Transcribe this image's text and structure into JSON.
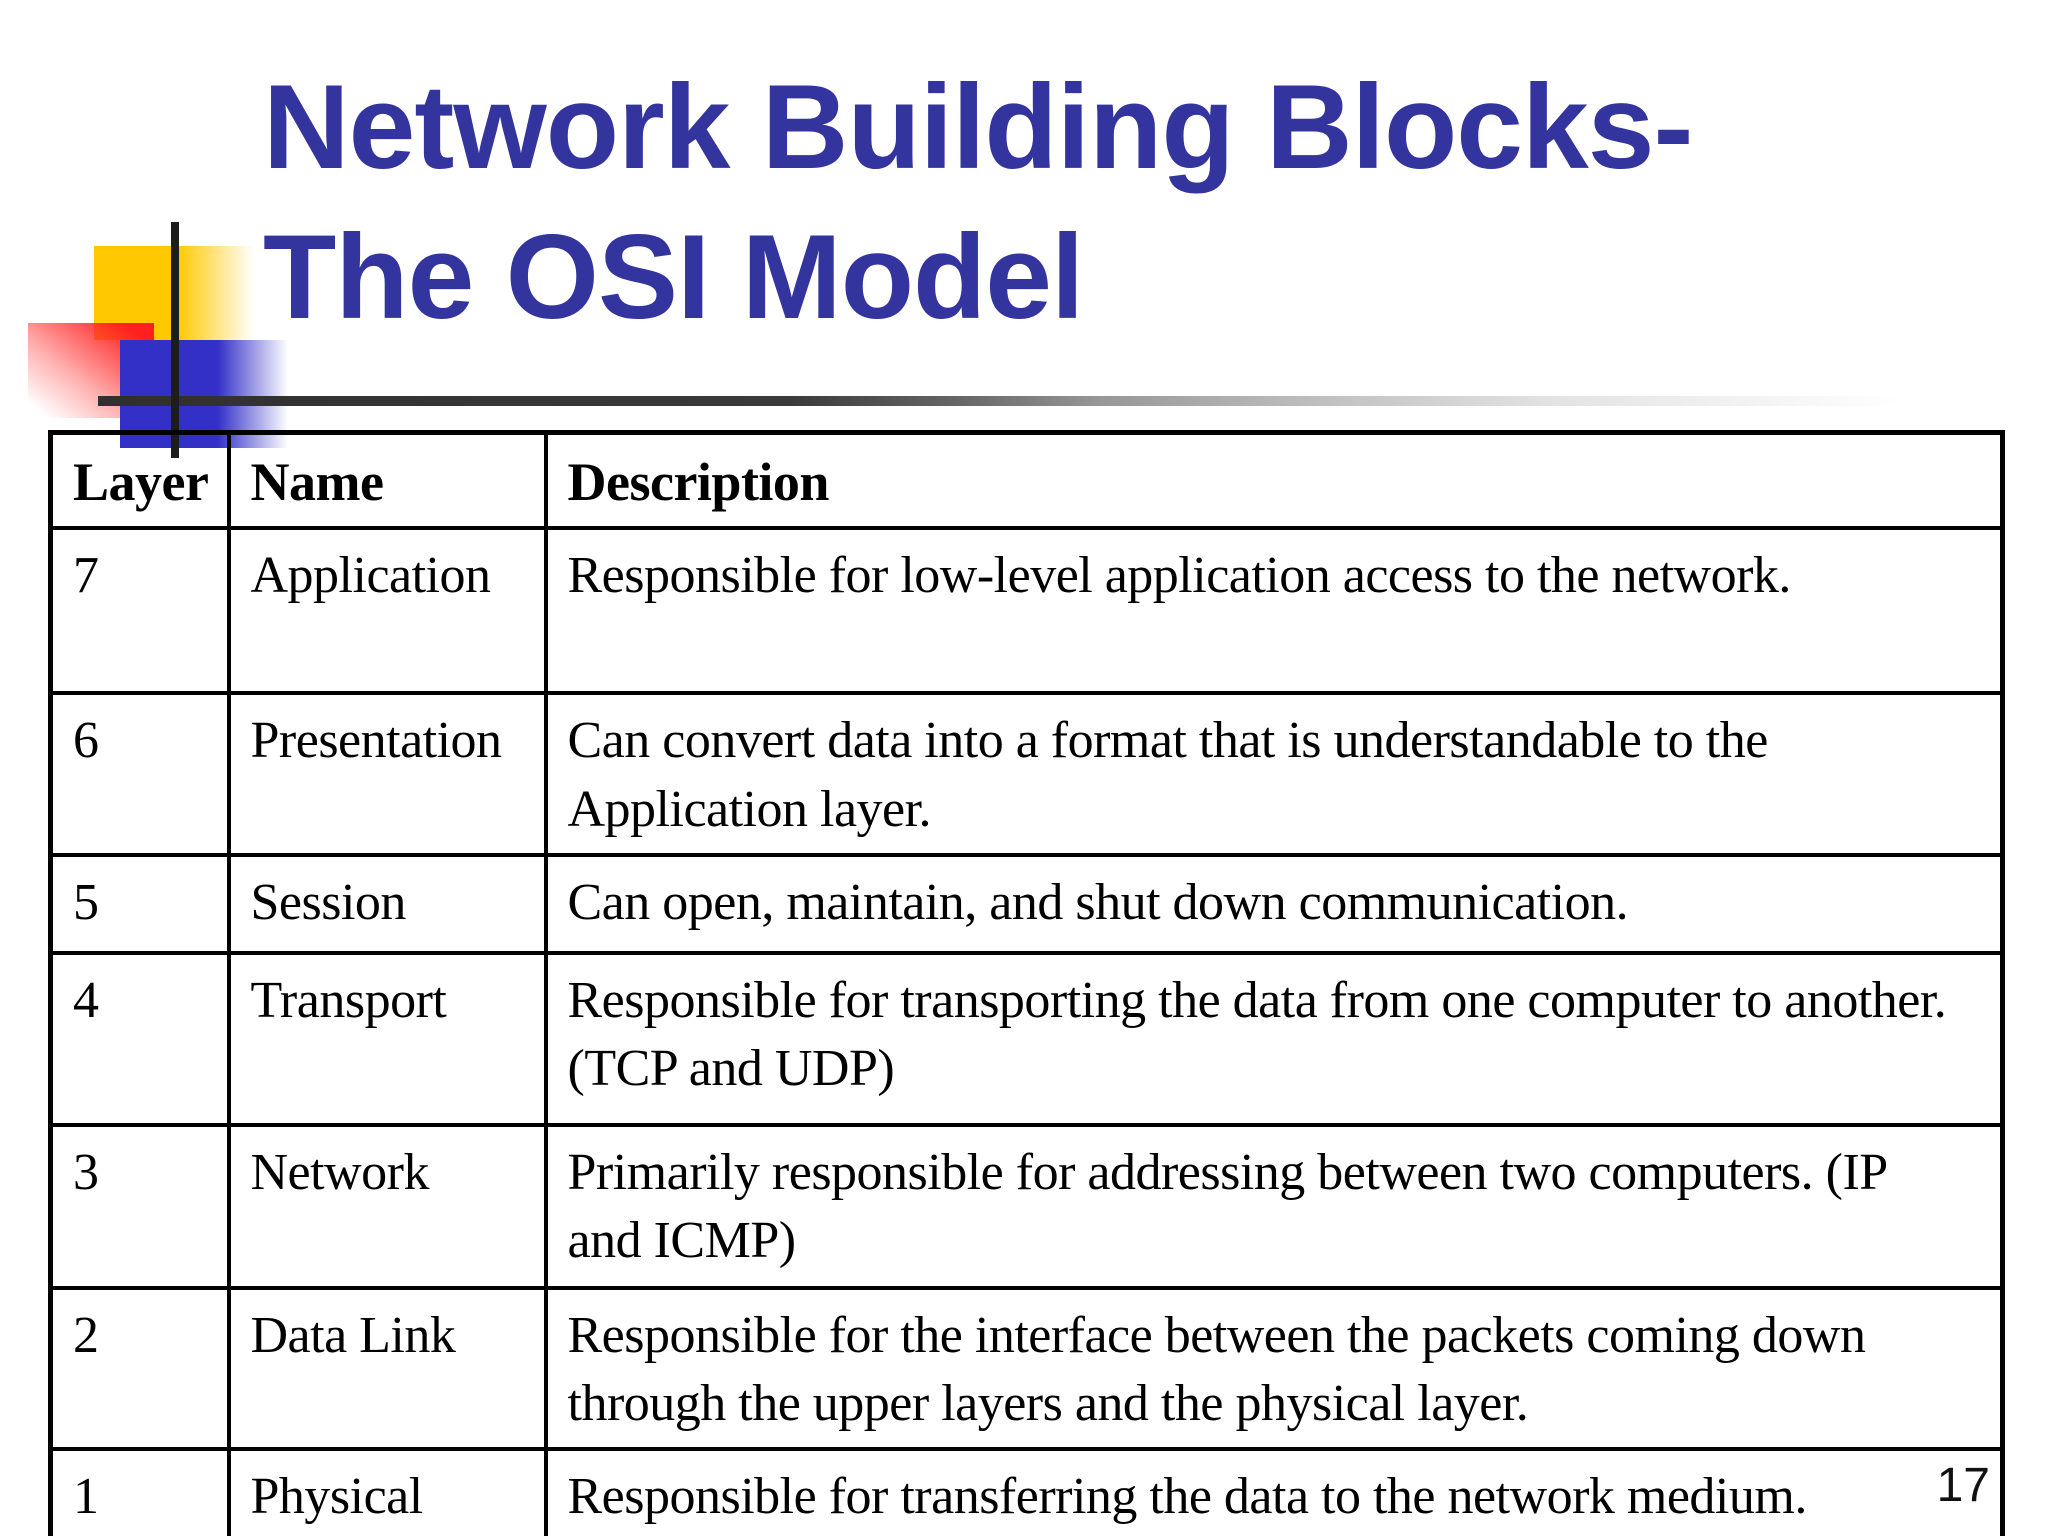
{
  "slide": {
    "title_line1": "Network Building Blocks-",
    "title_line2": "The OSI Model",
    "page_number": "17"
  },
  "table": {
    "columns": [
      "Layer",
      "Name",
      "Description"
    ],
    "rows": [
      {
        "layer": "7",
        "name": "Application",
        "description": "Responsible for low-level application access to the network."
      },
      {
        "layer": "6",
        "name": "Presentation",
        "description": "Can convert data into a format that is understandable to the\nApplication layer."
      },
      {
        "layer": "5",
        "name": "Session",
        "description": "Can open, maintain, and shut down communication."
      },
      {
        "layer": "4",
        "name": "Transport",
        "description": "Responsible for transporting the data from one computer to another.\n(TCP and UDP)"
      },
      {
        "layer": "3",
        "name": "Network",
        "description": "Primarily responsible for addressing between two computers. (IP\nand ICMP)"
      },
      {
        "layer": "2",
        "name": "Data Link",
        "description": "Responsible for the interface between the packets coming down\nthrough the upper layers and the physical layer."
      },
      {
        "layer": "1",
        "name": "Physical",
        "description": "Responsible for transferring the data to the network medium."
      }
    ]
  },
  "colors": {
    "title_text": "#34349E",
    "deco_yellow": "#ffc800",
    "deco_red": "#ff1f1f",
    "deco_blue": "#3330c8",
    "deco_crosshair": "#1d1d1d",
    "table_border": "#000000"
  }
}
